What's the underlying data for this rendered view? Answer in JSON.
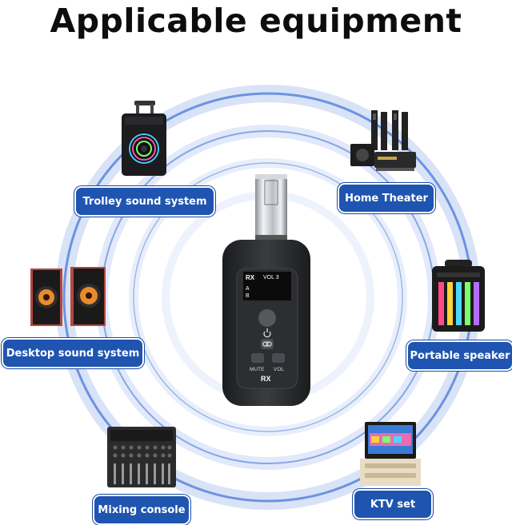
{
  "title": "Applicable equipment",
  "labels": {
    "trolley": "Trolley sound system",
    "home": "Home Theater",
    "desktop": "Desktop sound system",
    "portable": "Portable speaker",
    "mixing": "Mixing console",
    "ktv": "KTV set"
  },
  "device": {
    "screen_rx": "RX",
    "screen_vol": "VOL 3",
    "screen_a": "A",
    "screen_b": "B",
    "mute": "MUTE",
    "vol": "VOL",
    "badge": "RX"
  },
  "colors": {
    "pill": "#1f55b0",
    "ring": "#4a78d8"
  }
}
